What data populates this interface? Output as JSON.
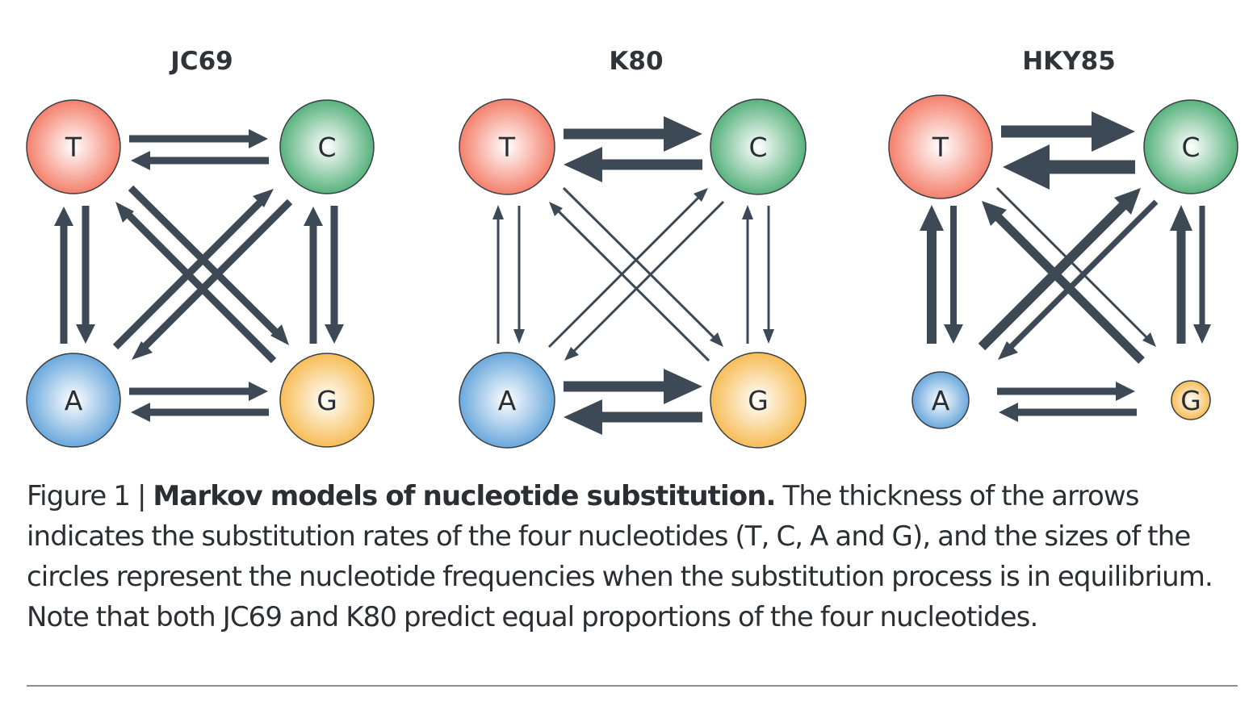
{
  "panels": [
    {
      "title": "JC69",
      "nodes": {
        "T": "T",
        "C": "C",
        "A": "A",
        "G": "G"
      }
    },
    {
      "title": "K80",
      "nodes": {
        "T": "T",
        "C": "C",
        "A": "A",
        "G": "G"
      }
    },
    {
      "title": "HKY85",
      "nodes": {
        "T": "T",
        "C": "C",
        "A": "A",
        "G": "G"
      }
    }
  ],
  "colors": {
    "T": "#f4806c",
    "C": "#58b27d",
    "A": "#6aa8dc",
    "G": "#f7bd57",
    "arrow": "#3d4a55",
    "node_stroke": "#3a3f44"
  },
  "caption": {
    "figure_label": "Figure 1 | ",
    "bold_title": "Markov models of nucleotide substitution.",
    "body": " The thickness of the arrows indicates the substitution rates of the four nucleotides (T, C, A and G), and the sizes of the circles represent the nucleotide frequencies when the substitution process is in equilibrium. Note that both JC69 and K80 predict equal proportions of the four nucleotides."
  }
}
